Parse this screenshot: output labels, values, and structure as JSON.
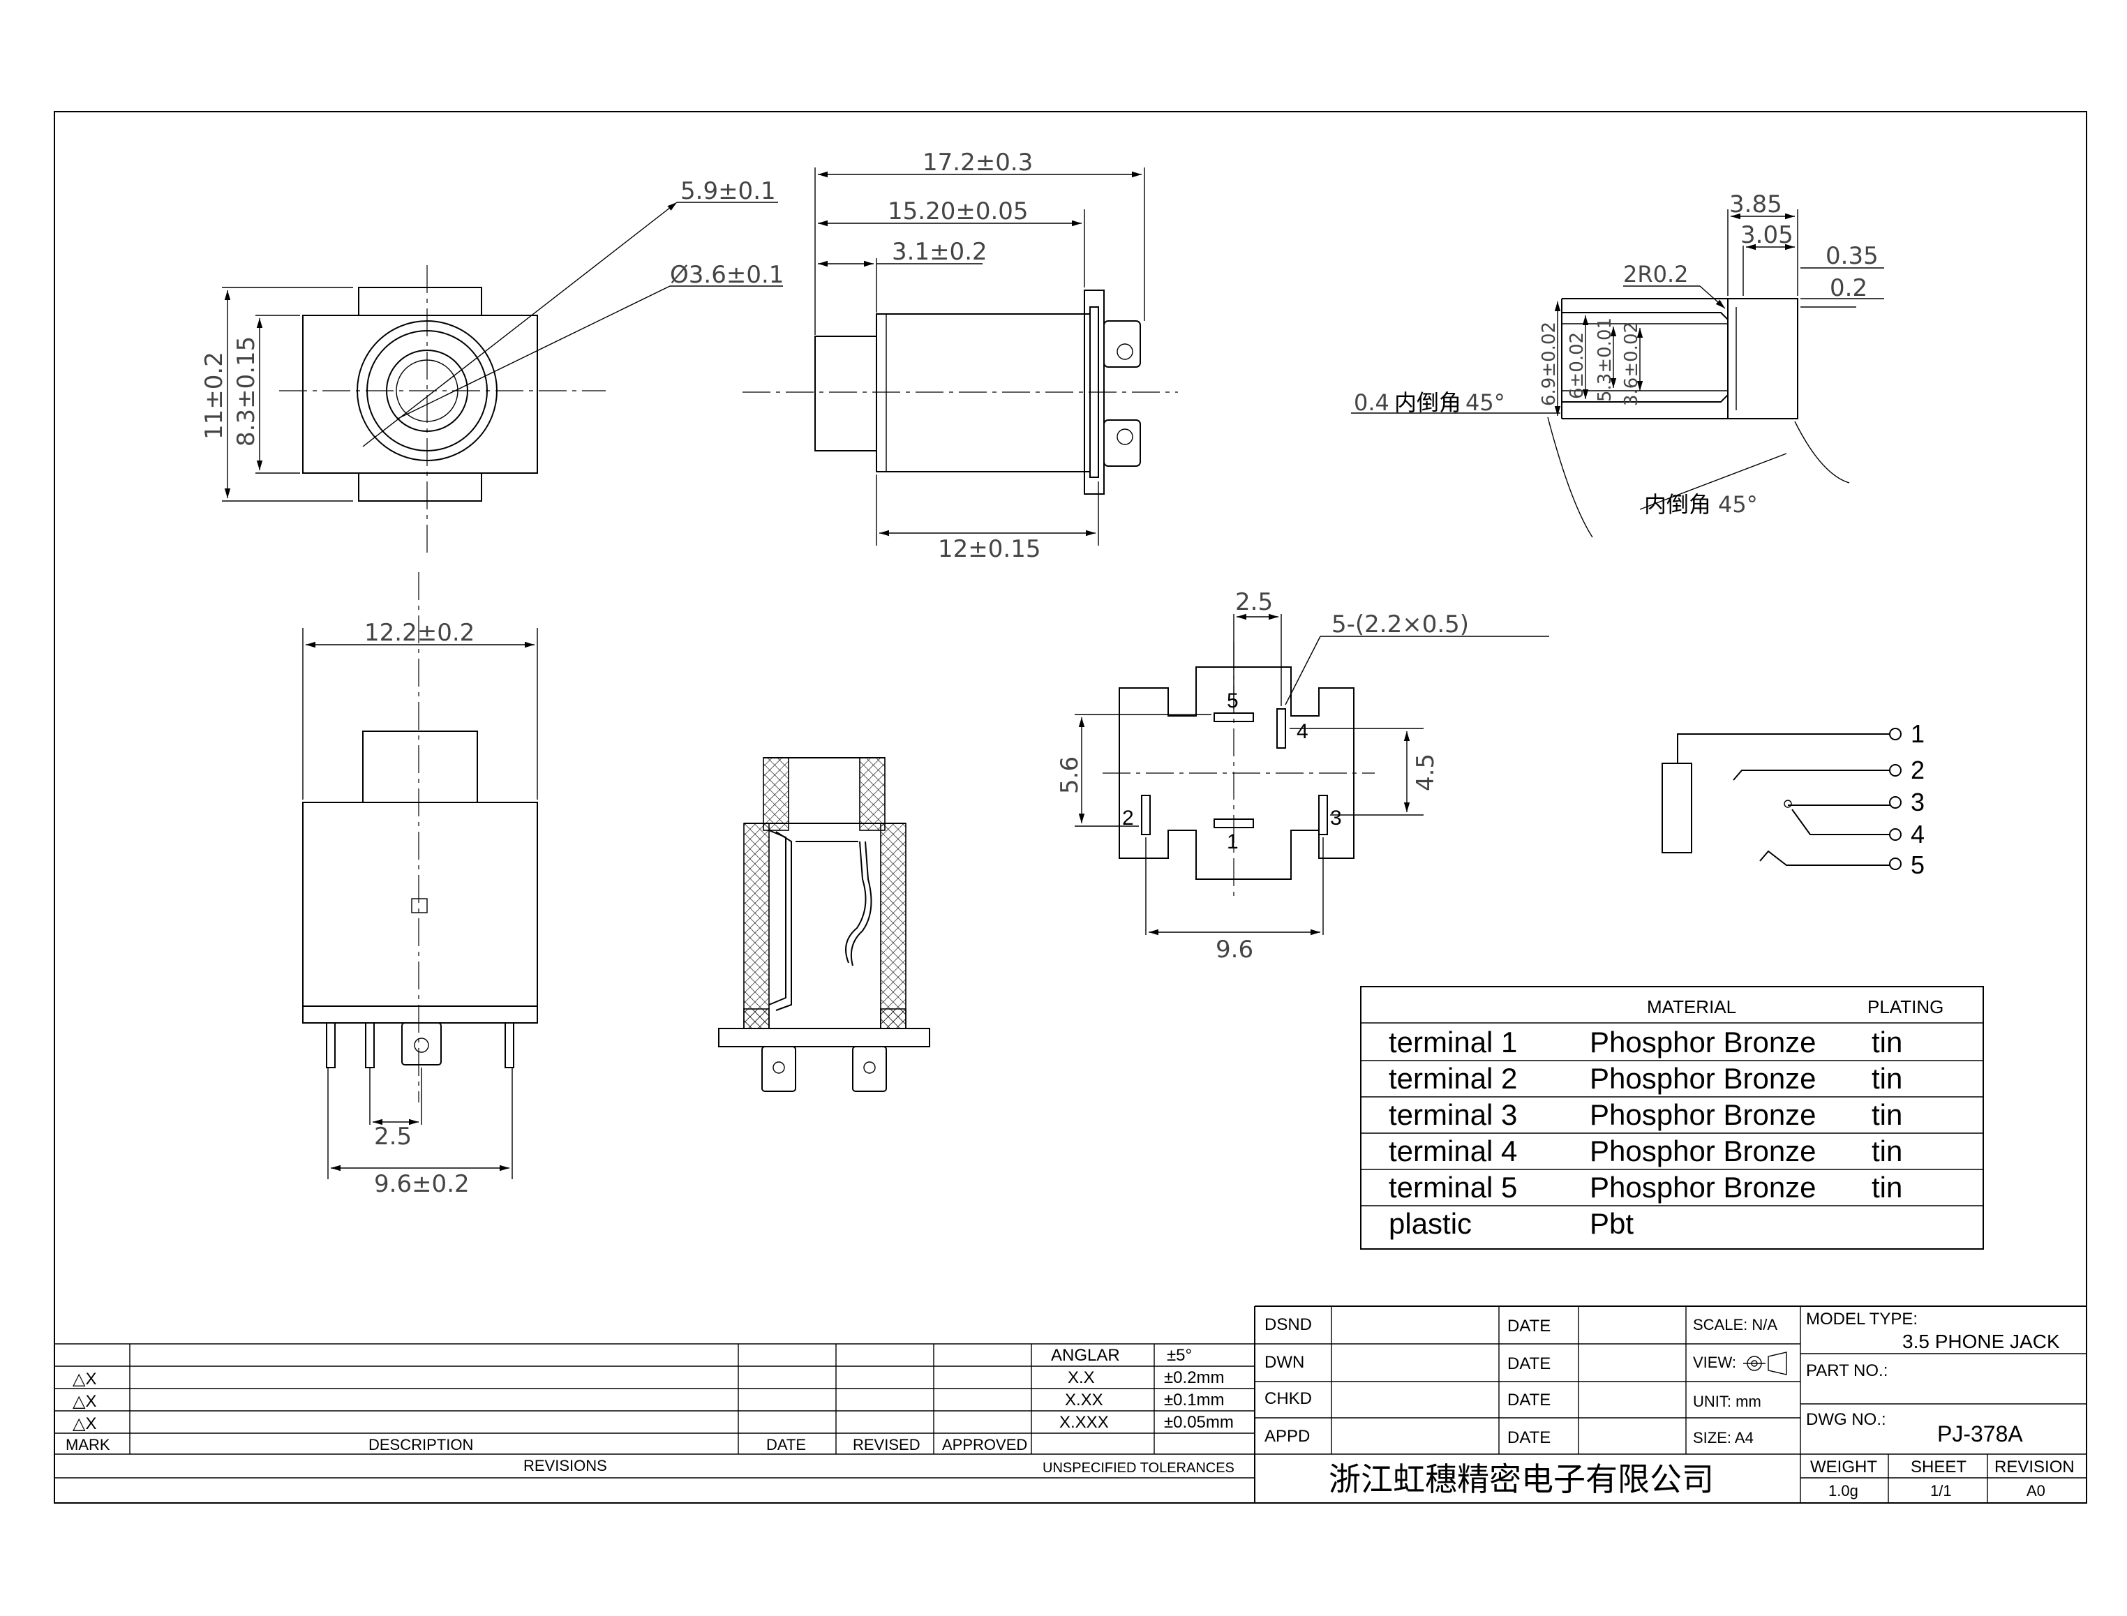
{
  "views": {
    "front": {
      "dims": [
        "5.9±0.1",
        "Ø3.6±0.1",
        "11±0.2",
        "8.3±0.15"
      ]
    },
    "side": {
      "dims": [
        "17.2±0.3",
        "15.20±0.05",
        "3.1±0.2",
        "12±0.15"
      ]
    },
    "detail": {
      "dims": [
        "3.85",
        "3.05",
        "0.35",
        "0.2",
        "2R0.2",
        "6.9±0.02",
        "6±0.02",
        "5.3±0.01",
        "3.6±0.02"
      ],
      "chamfer_left": "0.4",
      "chamfer_right_cn": "内倒角",
      "chamfer_left_cn": "内倒角",
      "chamfer_angle": "45°"
    },
    "bottom": {
      "dims": [
        "12.2±0.2",
        "2.5",
        "9.6±0.2"
      ]
    },
    "footprint": {
      "dims": [
        "2.5",
        "5-(2.2×0.5)",
        "5.6",
        "4.5",
        "9.6"
      ],
      "pins": [
        "1",
        "2",
        "3",
        "4",
        "5"
      ]
    },
    "schematic": {
      "pins": [
        "1",
        "2",
        "3",
        "4",
        "5"
      ]
    }
  },
  "material_table": {
    "headers": [
      "MATERIAL",
      "PLATING"
    ],
    "rows": [
      [
        "terminal 1",
        "Phosphor Bronze",
        "tin"
      ],
      [
        "terminal 2",
        "Phosphor Bronze",
        "tin"
      ],
      [
        "terminal 3",
        "Phosphor Bronze",
        "tin"
      ],
      [
        "terminal 4",
        "Phosphor Bronze",
        "tin"
      ],
      [
        "terminal 5",
        "Phosphor Bronze",
        "tin"
      ],
      [
        "plastic",
        "Pbt",
        ""
      ]
    ]
  },
  "revisions": {
    "rows": [
      "△X",
      "△X",
      "△X"
    ],
    "headers": [
      "MARK",
      "DESCRIPTION",
      "DATE",
      "REVISED",
      "APPROVED"
    ],
    "footer": "REVISIONS"
  },
  "tolerances": {
    "rows": [
      [
        "ANGLAR",
        "±5°"
      ],
      [
        "X.X",
        "±0.2mm"
      ],
      [
        "X.XX",
        "±0.1mm"
      ],
      [
        "X.XXX",
        "±0.05mm"
      ]
    ],
    "footer": "UNSPECIFIED TOLERANCES"
  },
  "title_block": {
    "sign_labels": [
      "DSND",
      "DWN",
      "CHKD",
      "APPD"
    ],
    "date_label": "DATE",
    "scale": "SCALE: N/A",
    "view": "VIEW:",
    "unit": "UNIT: mm",
    "size": "SIZE: A4",
    "model_type_label": "MODEL TYPE:",
    "model_type": "3.5 PHONE JACK",
    "part_no_label": "PART NO.:",
    "dwg_no_label": "DWG NO.:",
    "dwg_no": "PJ-378A",
    "company": "浙江虹穗精密电子有限公司",
    "weight_label": "WEIGHT",
    "weight": "1.0g",
    "sheet_label": "SHEET",
    "sheet": "1/1",
    "revision_label": "REVISION",
    "revision": "A0"
  }
}
